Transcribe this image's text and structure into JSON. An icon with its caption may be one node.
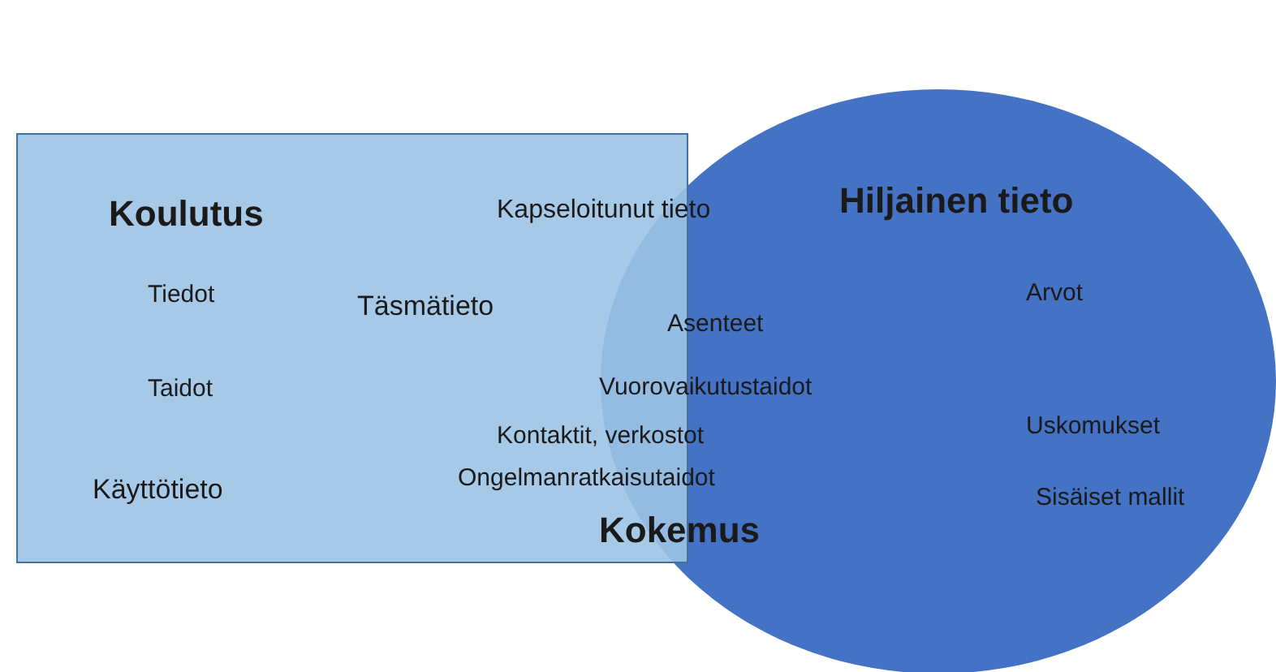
{
  "diagram": {
    "nodes": [
      {
        "text": [
          "Koulutus",
          "Tiedot",
          "Täsmätieto",
          "Taidot",
          "Käyttötieto"
        ]
      },
      {
        "text": [
          "Hiljainen tieto",
          "Arvot",
          "Uskomukset",
          "Sisäiset mallit"
        ]
      }
    ],
    "labels": [
      "Kapseloitunut tieto",
      "Asenteet",
      "Vuorovaikutustaidot",
      "Kontaktit, verkostot",
      "Ongelmanratkaisutaidot",
      "Kokemus"
    ]
  }
}
